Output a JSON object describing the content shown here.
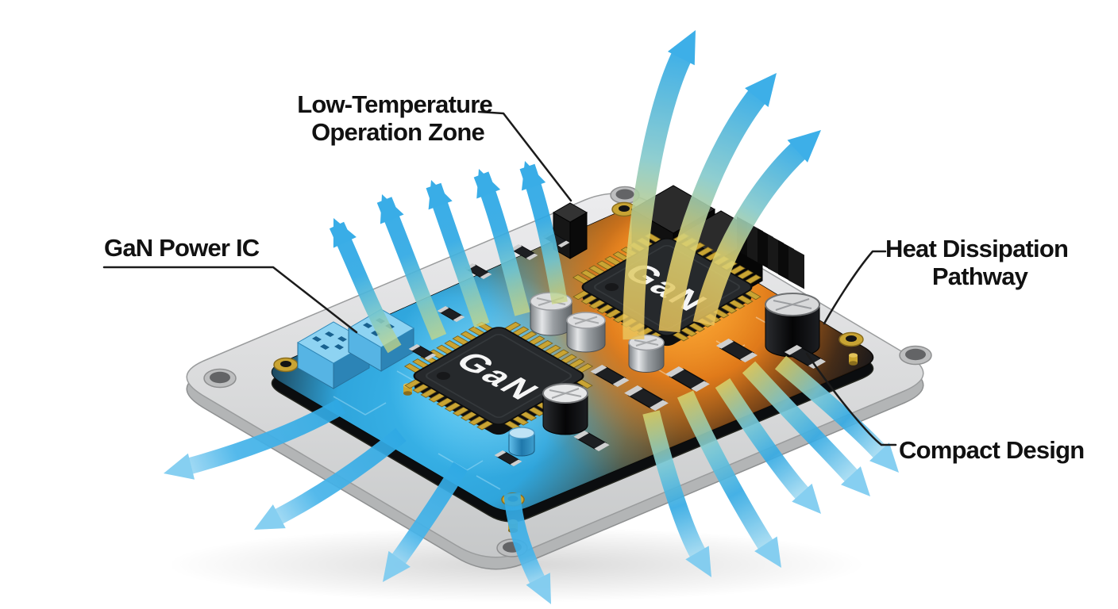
{
  "diagram": {
    "background": "#ffffff",
    "callouts": {
      "low_temp_zone": {
        "line1": "Low-Temperature",
        "line2": "Operation Zone"
      },
      "gan_power_ic": {
        "label": "GaN Power IC"
      },
      "heat_dissipation": {
        "line1": "Heat Dissipation",
        "line2": "Pathway"
      },
      "compact_design": {
        "label": "Compact Design"
      }
    },
    "chips": {
      "front_label": "GaN",
      "rear_label": "GaN"
    },
    "colors": {
      "arrow_blue": "#29a7e6",
      "arrow_blue_faded": "#7ccbf0",
      "heat_gold": "#e6c257",
      "hot_zone": "#e8821f",
      "cool_zone": "#2fb0e6",
      "pcb": "#17191c",
      "baseplate": "#d9dadb",
      "gold": "#c9a433",
      "label_text": "#111111",
      "chip_text": "#f5f5f5"
    }
  }
}
